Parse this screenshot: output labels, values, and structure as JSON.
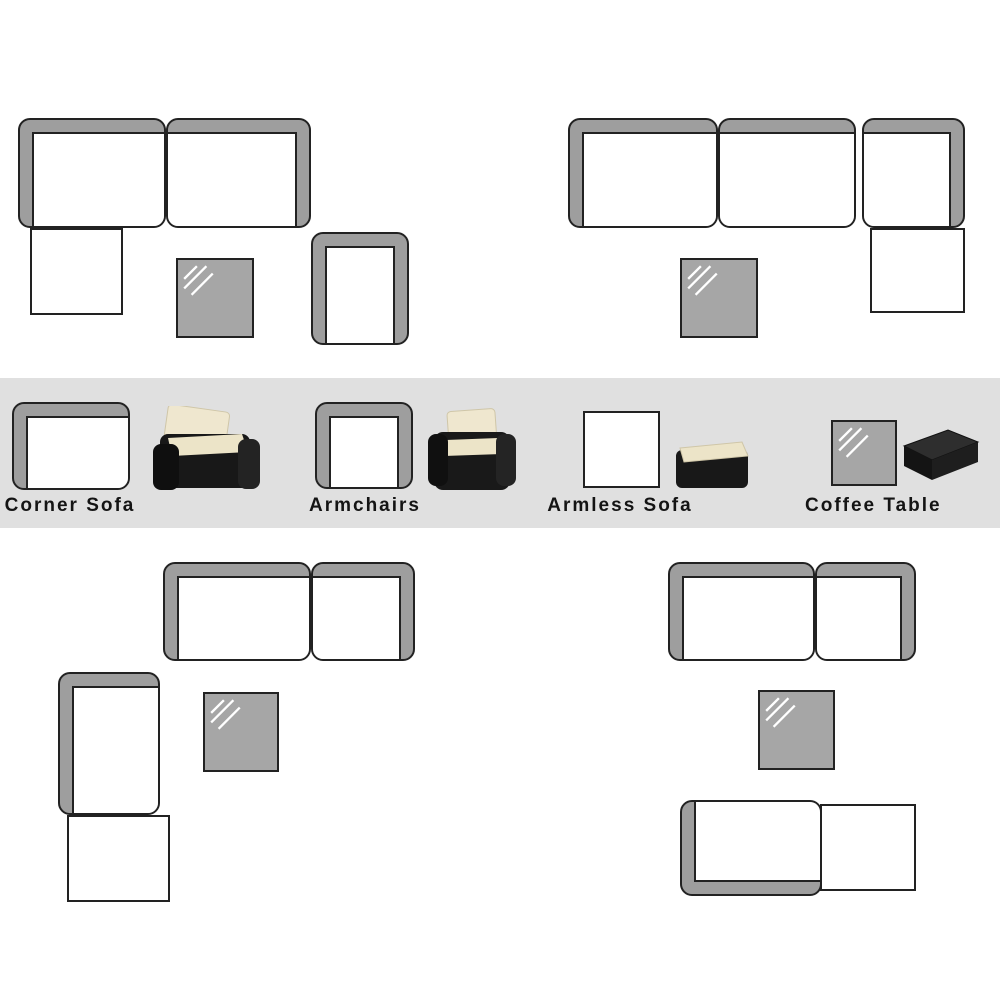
{
  "legend": {
    "items": [
      {
        "id": "corner-sofa",
        "label": "Corner Sofa"
      },
      {
        "id": "armchairs",
        "label": "Armchairs"
      },
      {
        "id": "armless-sofa",
        "label": "Armless Sofa"
      },
      {
        "id": "coffee-table",
        "label": "Coffee Table"
      }
    ]
  },
  "colors": {
    "sofa_band_gray": "#9e9e9e",
    "coffee_table_gray": "#a6a6a6",
    "outline_black": "#222222",
    "legend_background": "#e0e0e0",
    "cushion_cream": "#ece4c8",
    "wicker_dark": "#181818",
    "page_background": "#ffffff"
  }
}
